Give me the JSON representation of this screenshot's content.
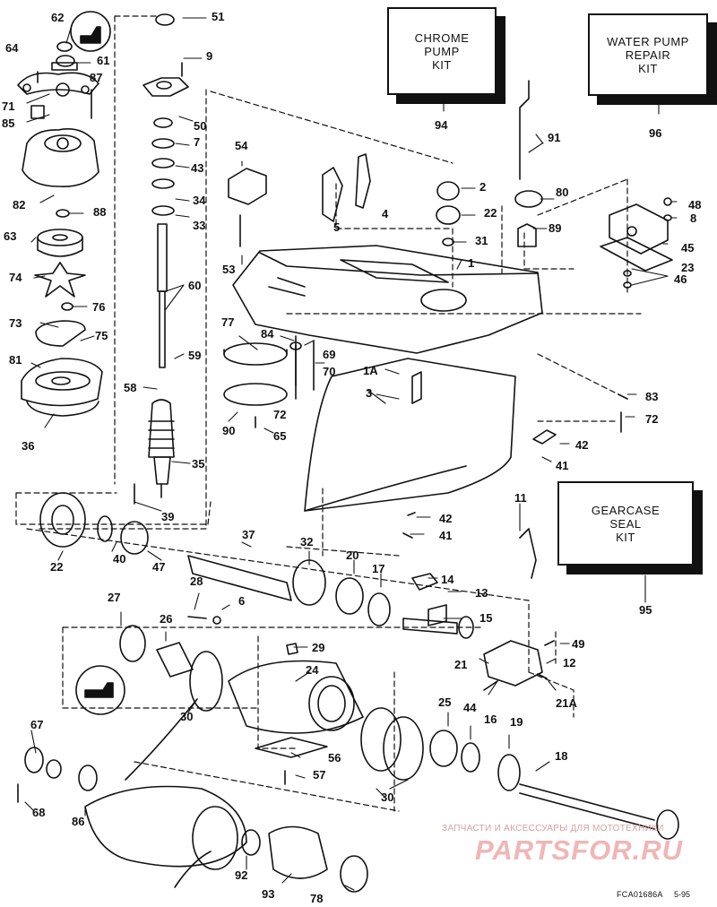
{
  "kits": {
    "chrome_pump": [
      "CHROME",
      "PUMP",
      "KIT"
    ],
    "water_pump": [
      "WATER PUMP",
      "REPAIR",
      "KIT"
    ],
    "gearcase_seal": [
      "GEARCASE",
      "SEAL",
      "KIT"
    ]
  },
  "callouts": {
    "c62": "62",
    "c51": "51",
    "c64": "64",
    "c61": "61",
    "c9": "9",
    "c87": "87",
    "c71": "71",
    "c85": "85",
    "c50": "50",
    "c7": "7",
    "c43": "43",
    "c34": "34",
    "c33": "33",
    "c82": "82",
    "c88": "88",
    "c63": "63",
    "c74": "74",
    "c76": "76",
    "c60": "60",
    "c73": "73",
    "c75": "75",
    "c81": "81",
    "c36": "36",
    "c59": "59",
    "c58": "58",
    "c35": "35",
    "c39": "39",
    "c54": "54",
    "c53": "53",
    "c94": "94",
    "c96": "96",
    "c91": "91",
    "c2": "2",
    "c4": "4",
    "c5": "5",
    "c22a": "22",
    "c31": "31",
    "c80": "80",
    "c89": "89",
    "c48": "48",
    "c8": "8",
    "c45": "45",
    "c23": "23",
    "c46": "46",
    "c1": "1",
    "c77": "77",
    "c84": "84",
    "c69": "69",
    "c70": "70",
    "c1A": "1A",
    "c3": "3",
    "c83": "83",
    "c72a": "72",
    "c72b": "72",
    "c90": "90",
    "c65": "65",
    "c42a": "42",
    "c41a": "41",
    "c42b": "42",
    "c41b": "41",
    "c11": "11",
    "c95": "95",
    "c22b": "22",
    "c40": "40",
    "c47": "47",
    "c37": "37",
    "c32": "32",
    "c20": "20",
    "c17": "17",
    "c14": "14",
    "c13": "13",
    "c15": "15",
    "c28": "28",
    "c6": "6",
    "c27": "27",
    "c26": "26",
    "c29": "29",
    "c49": "49",
    "c12": "12",
    "c21": "21",
    "c21A": "21A",
    "c24": "24",
    "c30a": "30",
    "c16": "16",
    "c25": "25",
    "c44": "44",
    "c19": "19",
    "c18": "18",
    "c56": "56",
    "c57": "57",
    "c30b": "30",
    "c67": "67",
    "c68": "68",
    "c86": "86",
    "c92": "92",
    "c93": "93",
    "c78": "78"
  },
  "watermark": {
    "line1": "ЗАПЧАСТИ И АКСЕССУАРЫ ДЛЯ МОТОТЕХНИКИ",
    "line2": "PARTSFOR.RU"
  },
  "figure_code": "FCA01686A",
  "figure_date": "5-95"
}
